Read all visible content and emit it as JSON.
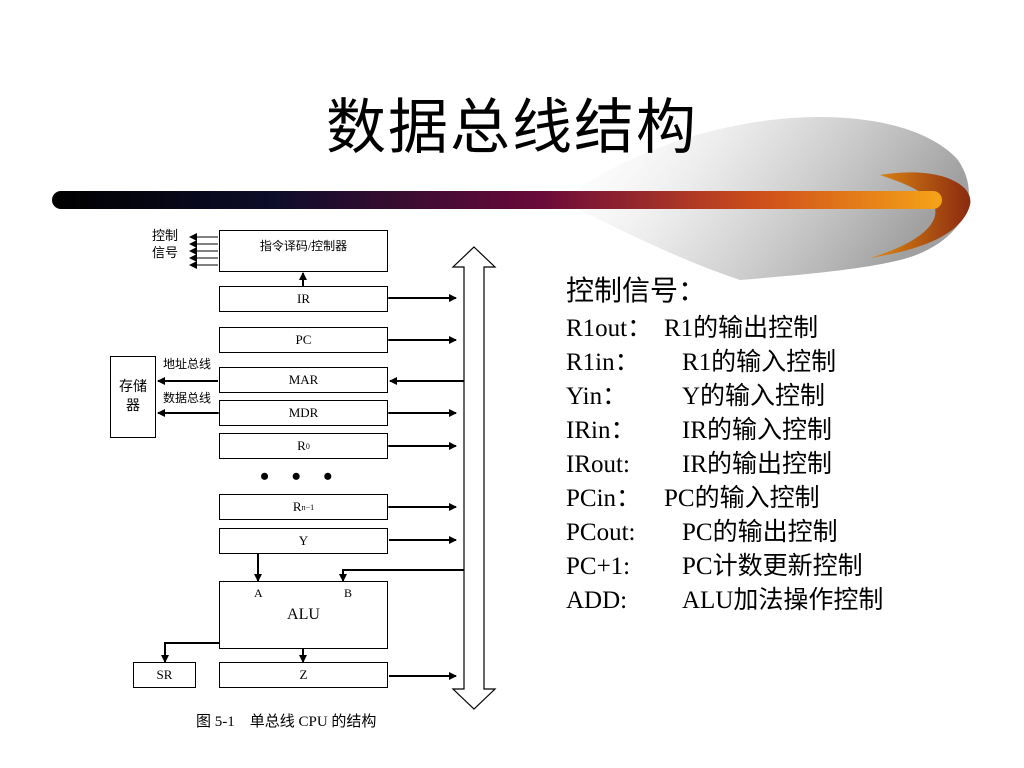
{
  "title": "数据总线结构",
  "colors": {
    "bar_start": "#000000",
    "bar_mid": "#5a0a3a",
    "bar_end": "#f29a10",
    "swoosh": "#c8c8c8"
  },
  "diagram": {
    "control_signals_label": "控制\n信号",
    "decoder": "指令译码/控制器",
    "registers": {
      "ir": "IR",
      "pc": "PC",
      "mar": "MAR",
      "mdr": "MDR",
      "r0": "R",
      "r0_sub": "0",
      "rn": "R",
      "rn_sub": "n−1",
      "y": "Y",
      "alu": "ALU",
      "alu_a": "A",
      "alu_b": "B",
      "sr": "SR",
      "z": "Z"
    },
    "memory": "存储\n器",
    "address_bus": "地址总线",
    "data_bus": "数据总线",
    "ellipsis": "• • •",
    "caption": "图 5-1　单总线 CPU 的结构"
  },
  "signals": {
    "heading": "控制信号：",
    "rows": [
      {
        "name": "R1out：",
        "desc": "R1的输出控制"
      },
      {
        "name": "R1in：",
        "desc": "R1的输入控制"
      },
      {
        "name": "Yin：",
        "desc": "Y的输入控制"
      },
      {
        "name": "IRin：",
        "desc": "IR的输入控制"
      },
      {
        "name": "IRout:",
        "desc": "IR的输出控制"
      },
      {
        "name": "PCin：",
        "desc": "PC的输入控制"
      },
      {
        "name": "PCout:",
        "desc": "PC的输出控制"
      },
      {
        "name": "PC+1:",
        "desc": "PC计数更新控制"
      },
      {
        "name": "ADD:",
        "desc": "ALU加法操作控制"
      }
    ]
  }
}
